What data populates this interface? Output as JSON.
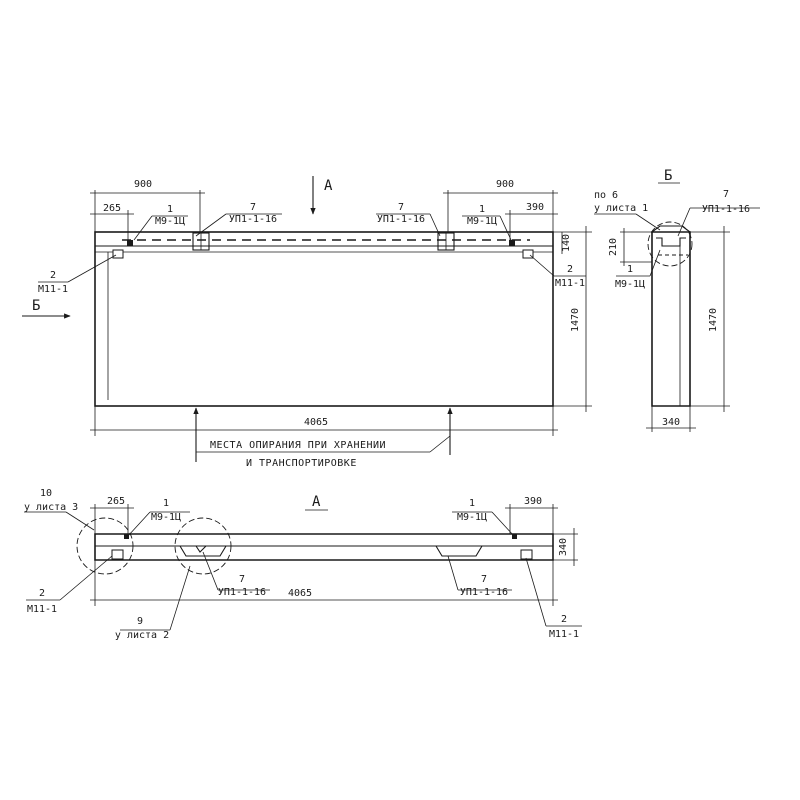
{
  "views": {
    "front": {
      "dims": {
        "left_900": "900",
        "right_900": "900",
        "dim_265": "265",
        "dim_390": "390",
        "length_4065": "4065",
        "height_1470": "1470",
        "dim_140": "140"
      },
      "labels": {
        "ref_7_left_num": "7",
        "ref_7_left_code": "УП1-1-16",
        "ref_7_right_num": "7",
        "ref_7_right_code": "УП1-1-16",
        "ref_1_left_num": "1",
        "ref_1_left_code": "М9-1Ц",
        "ref_1_right_num": "1",
        "ref_1_right_code": "М9-1Ц",
        "ref_2_left_num": "2",
        "ref_2_left_code": "М11-1",
        "ref_2_right_num": "2",
        "ref_2_right_code": "М11-1",
        "view_a_marker": "А",
        "view_b_marker": "Б",
        "support_note_line1": "МЕСТА ОПИРАНИЯ ПРИ ХРАНЕНИИ",
        "support_note_line2": "И ТРАНСПОРТИРОВКЕ"
      }
    },
    "side": {
      "title": "Б",
      "dims": {
        "height_1470": "1470",
        "width_340": "340",
        "dim_210": "210"
      },
      "labels": {
        "note_num": "по 6",
        "note_sheet": "у листа 1",
        "ref_7_num": "7",
        "ref_7_code": "УП1-1-16",
        "ref_1_num": "1",
        "ref_1_code": "М9-1Ц"
      }
    },
    "top": {
      "title": "А",
      "dims": {
        "dim_265": "265",
        "dim_390": "390",
        "length_4065": "4065",
        "width_340": "340"
      },
      "labels": {
        "note_10_num": "10",
        "note_10_sheet": "у листа 3",
        "ref_1_left_num": "1",
        "ref_1_left_code": "М9-1Ц",
        "ref_1_right_num": "1",
        "ref_1_right_code": "М9-1Ц",
        "ref_7_left_num": "7",
        "ref_7_left_code": "УП1-1-16",
        "ref_7_right_num": "7",
        "ref_7_right_code": "УП1-1-16",
        "ref_2_left_num": "2",
        "ref_2_left_code": "М11-1",
        "ref_2_right_num": "2",
        "ref_2_right_code": "М11-1",
        "note_9_num": "9",
        "note_9_sheet": "у листа 2"
      }
    }
  }
}
